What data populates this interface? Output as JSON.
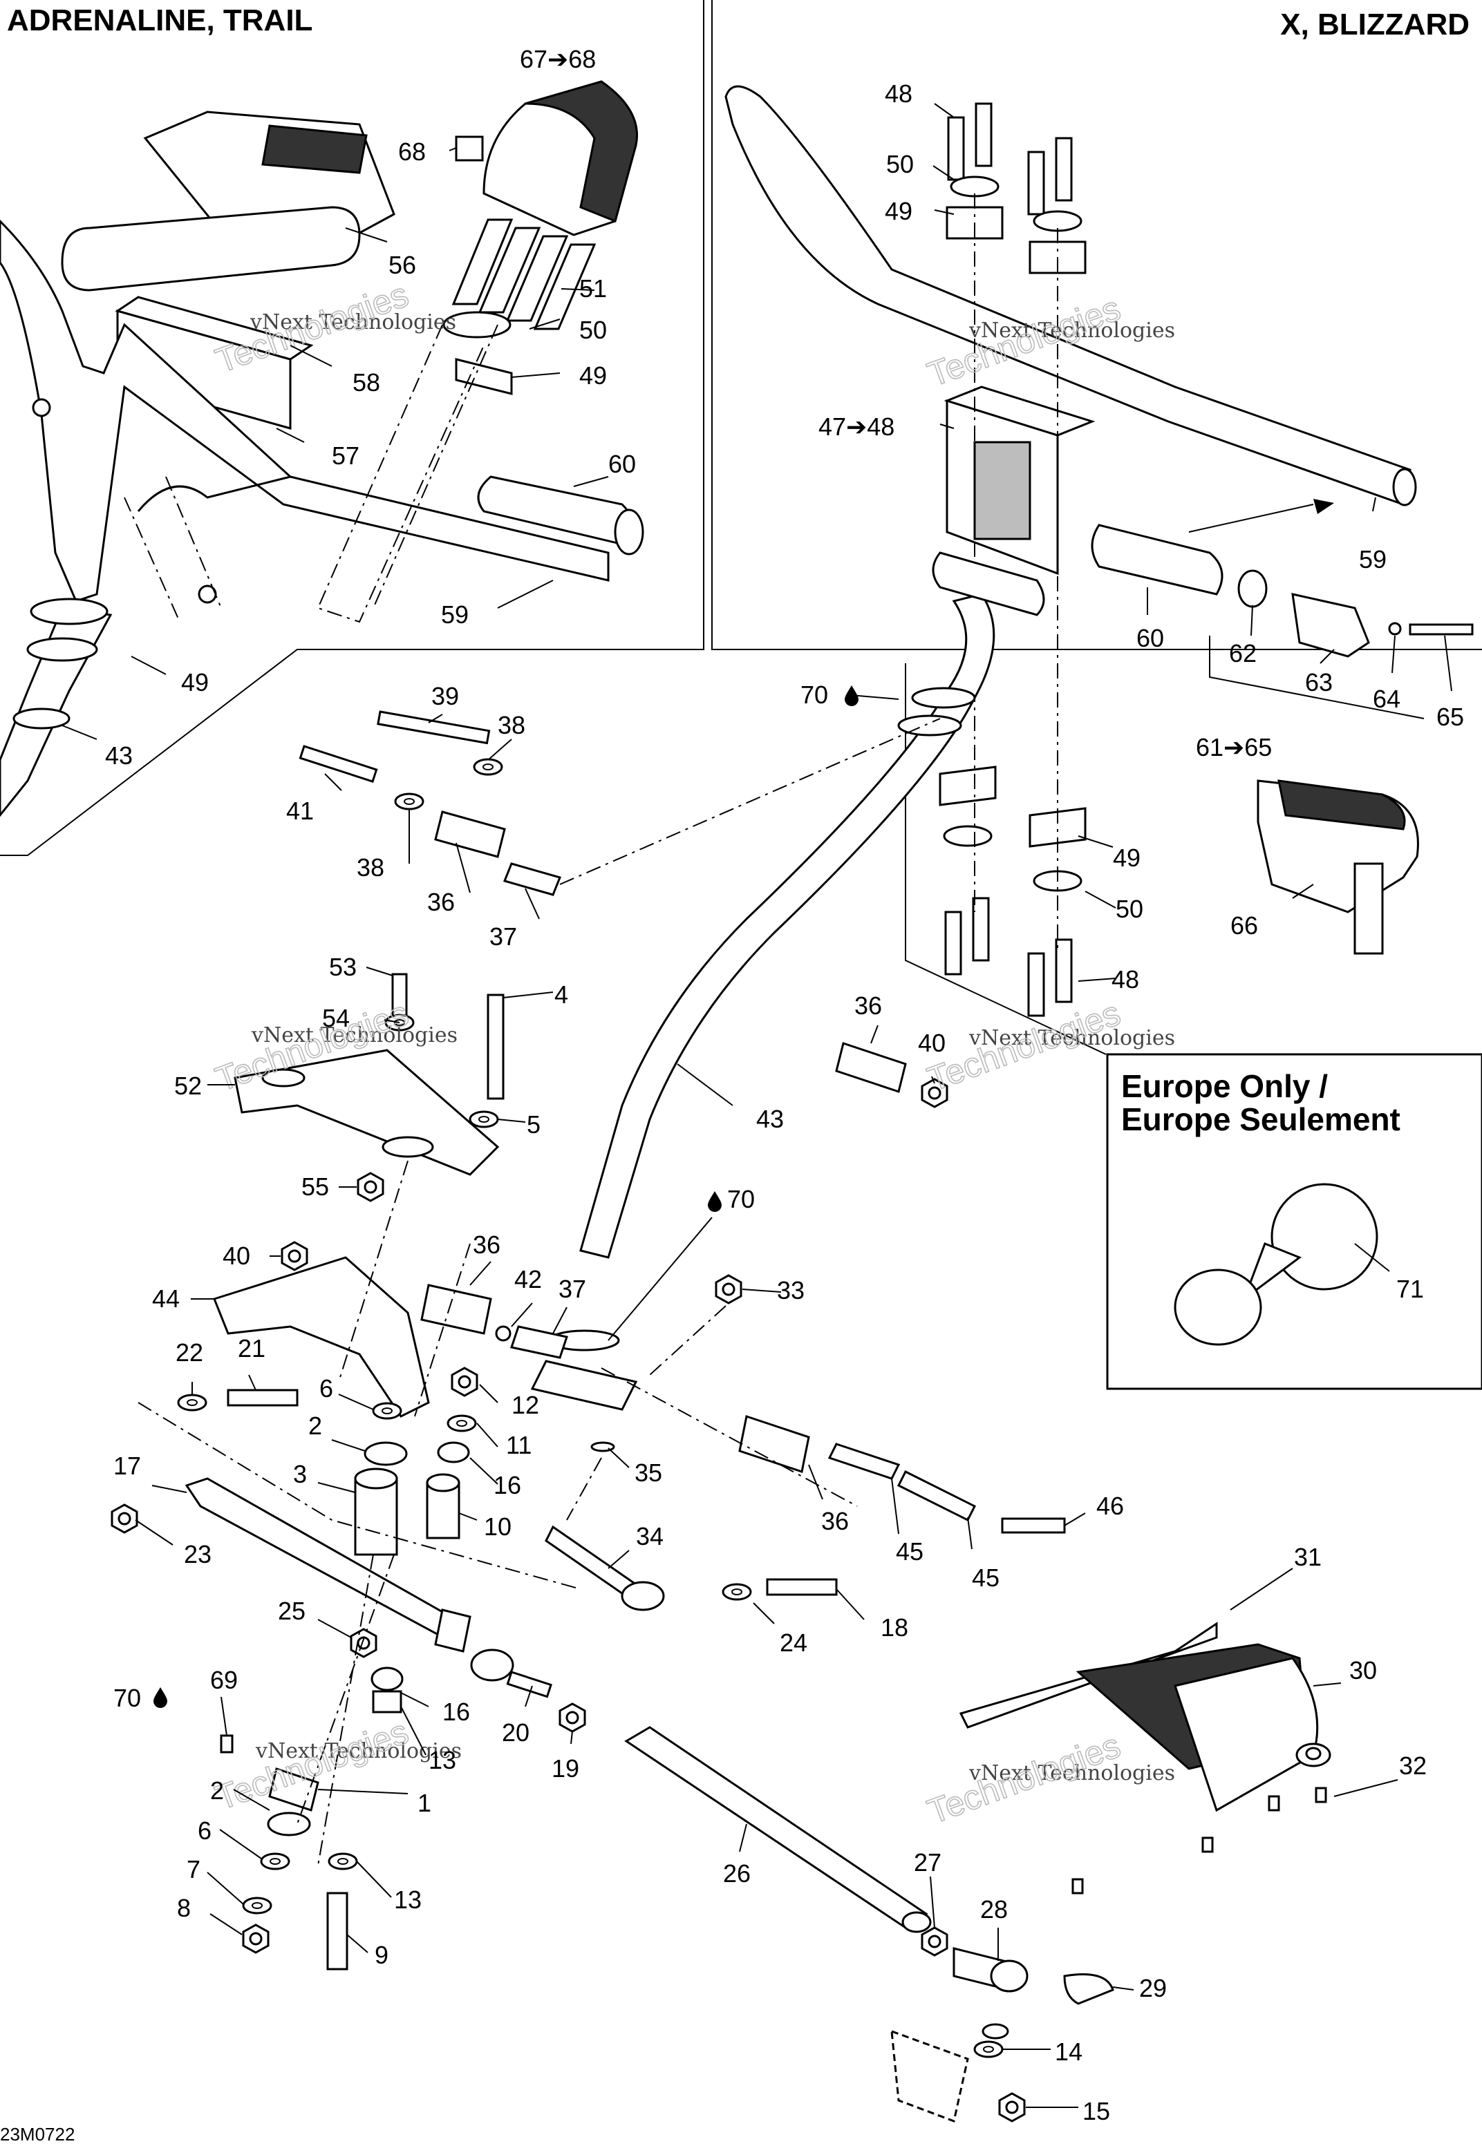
{
  "titles": {
    "left": "ADRENALINE, TRAIL",
    "right": "X, BLIZZARD",
    "europe_line1": "Europe Only /",
    "europe_line2": "Europe Seulement"
  },
  "watermark": {
    "line1": "vNext Technologies",
    "line2": "Technologies"
  },
  "figure_code": "23M0722",
  "callouts": [
    {
      "id": "c-67-68",
      "label": "67➔68"
    },
    {
      "id": "c-68a",
      "label": "68"
    },
    {
      "id": "c-56",
      "label": "56"
    },
    {
      "id": "c-51",
      "label": "51"
    },
    {
      "id": "c-50a",
      "label": "50"
    },
    {
      "id": "c-49a",
      "label": "49"
    },
    {
      "id": "c-58",
      "label": "58"
    },
    {
      "id": "c-57",
      "label": "57"
    },
    {
      "id": "c-60a",
      "label": "60"
    },
    {
      "id": "c-59a",
      "label": "59"
    },
    {
      "id": "c-49b",
      "label": "49"
    },
    {
      "id": "c-43a",
      "label": "43"
    },
    {
      "id": "c-48a",
      "label": "48"
    },
    {
      "id": "c-50b",
      "label": "50"
    },
    {
      "id": "c-49c",
      "label": "49"
    },
    {
      "id": "c-47-48",
      "label": "47➔48"
    },
    {
      "id": "c-59b",
      "label": "59"
    },
    {
      "id": "c-60b",
      "label": "60"
    },
    {
      "id": "c-62",
      "label": "62"
    },
    {
      "id": "c-63",
      "label": "63"
    },
    {
      "id": "c-64",
      "label": "64"
    },
    {
      "id": "c-65",
      "label": "65"
    },
    {
      "id": "c-61-65",
      "label": "61➔65"
    },
    {
      "id": "c-70a",
      "label": "70"
    },
    {
      "id": "c-49d",
      "label": "49"
    },
    {
      "id": "c-50c",
      "label": "50"
    },
    {
      "id": "c-66",
      "label": "66"
    },
    {
      "id": "c-48b",
      "label": "48"
    },
    {
      "id": "c-39",
      "label": "39"
    },
    {
      "id": "c-38a",
      "label": "38"
    },
    {
      "id": "c-41",
      "label": "41"
    },
    {
      "id": "c-38b",
      "label": "38"
    },
    {
      "id": "c-36a",
      "label": "36"
    },
    {
      "id": "c-37a",
      "label": "37"
    },
    {
      "id": "c-53",
      "label": "53"
    },
    {
      "id": "c-54",
      "label": "54"
    },
    {
      "id": "c-4",
      "label": "4"
    },
    {
      "id": "c-52",
      "label": "52"
    },
    {
      "id": "c-5",
      "label": "5"
    },
    {
      "id": "c-55",
      "label": "55"
    },
    {
      "id": "c-36b",
      "label": "36"
    },
    {
      "id": "c-40a",
      "label": "40"
    },
    {
      "id": "c-43b",
      "label": "43"
    },
    {
      "id": "c-70b",
      "label": "70"
    },
    {
      "id": "c-40b",
      "label": "40"
    },
    {
      "id": "c-36c",
      "label": "36"
    },
    {
      "id": "c-44",
      "label": "44"
    },
    {
      "id": "c-42",
      "label": "42"
    },
    {
      "id": "c-37b",
      "label": "37"
    },
    {
      "id": "c-33",
      "label": "33"
    },
    {
      "id": "c-71",
      "label": "71"
    },
    {
      "id": "c-22",
      "label": "22"
    },
    {
      "id": "c-21",
      "label": "21"
    },
    {
      "id": "c-6a",
      "label": "6"
    },
    {
      "id": "c-2a",
      "label": "2"
    },
    {
      "id": "c-12",
      "label": "12"
    },
    {
      "id": "c-11",
      "label": "11"
    },
    {
      "id": "c-16a",
      "label": "16"
    },
    {
      "id": "c-17",
      "label": "17"
    },
    {
      "id": "c-3",
      "label": "3"
    },
    {
      "id": "c-10",
      "label": "10"
    },
    {
      "id": "c-35",
      "label": "35"
    },
    {
      "id": "c-23",
      "label": "23"
    },
    {
      "id": "c-36d",
      "label": "36"
    },
    {
      "id": "c-45a",
      "label": "45"
    },
    {
      "id": "c-45b",
      "label": "45"
    },
    {
      "id": "c-46",
      "label": "46"
    },
    {
      "id": "c-34",
      "label": "34"
    },
    {
      "id": "c-31",
      "label": "31"
    },
    {
      "id": "c-25",
      "label": "25"
    },
    {
      "id": "c-24",
      "label": "24"
    },
    {
      "id": "c-18",
      "label": "18"
    },
    {
      "id": "c-30",
      "label": "30"
    },
    {
      "id": "c-70c",
      "label": "70"
    },
    {
      "id": "c-69",
      "label": "69"
    },
    {
      "id": "c-16b",
      "label": "16"
    },
    {
      "id": "c-20",
      "label": "20"
    },
    {
      "id": "c-13a",
      "label": "13"
    },
    {
      "id": "c-19",
      "label": "19"
    },
    {
      "id": "c-32",
      "label": "32"
    },
    {
      "id": "c-1",
      "label": "1"
    },
    {
      "id": "c-2b",
      "label": "2"
    },
    {
      "id": "c-6b",
      "label": "6"
    },
    {
      "id": "c-26",
      "label": "26"
    },
    {
      "id": "c-27",
      "label": "27"
    },
    {
      "id": "c-7",
      "label": "7"
    },
    {
      "id": "c-13b",
      "label": "13"
    },
    {
      "id": "c-8",
      "label": "8"
    },
    {
      "id": "c-28",
      "label": "28"
    },
    {
      "id": "c-9",
      "label": "9"
    },
    {
      "id": "c-29",
      "label": "29"
    },
    {
      "id": "c-14",
      "label": "14"
    },
    {
      "id": "c-15",
      "label": "15"
    }
  ]
}
